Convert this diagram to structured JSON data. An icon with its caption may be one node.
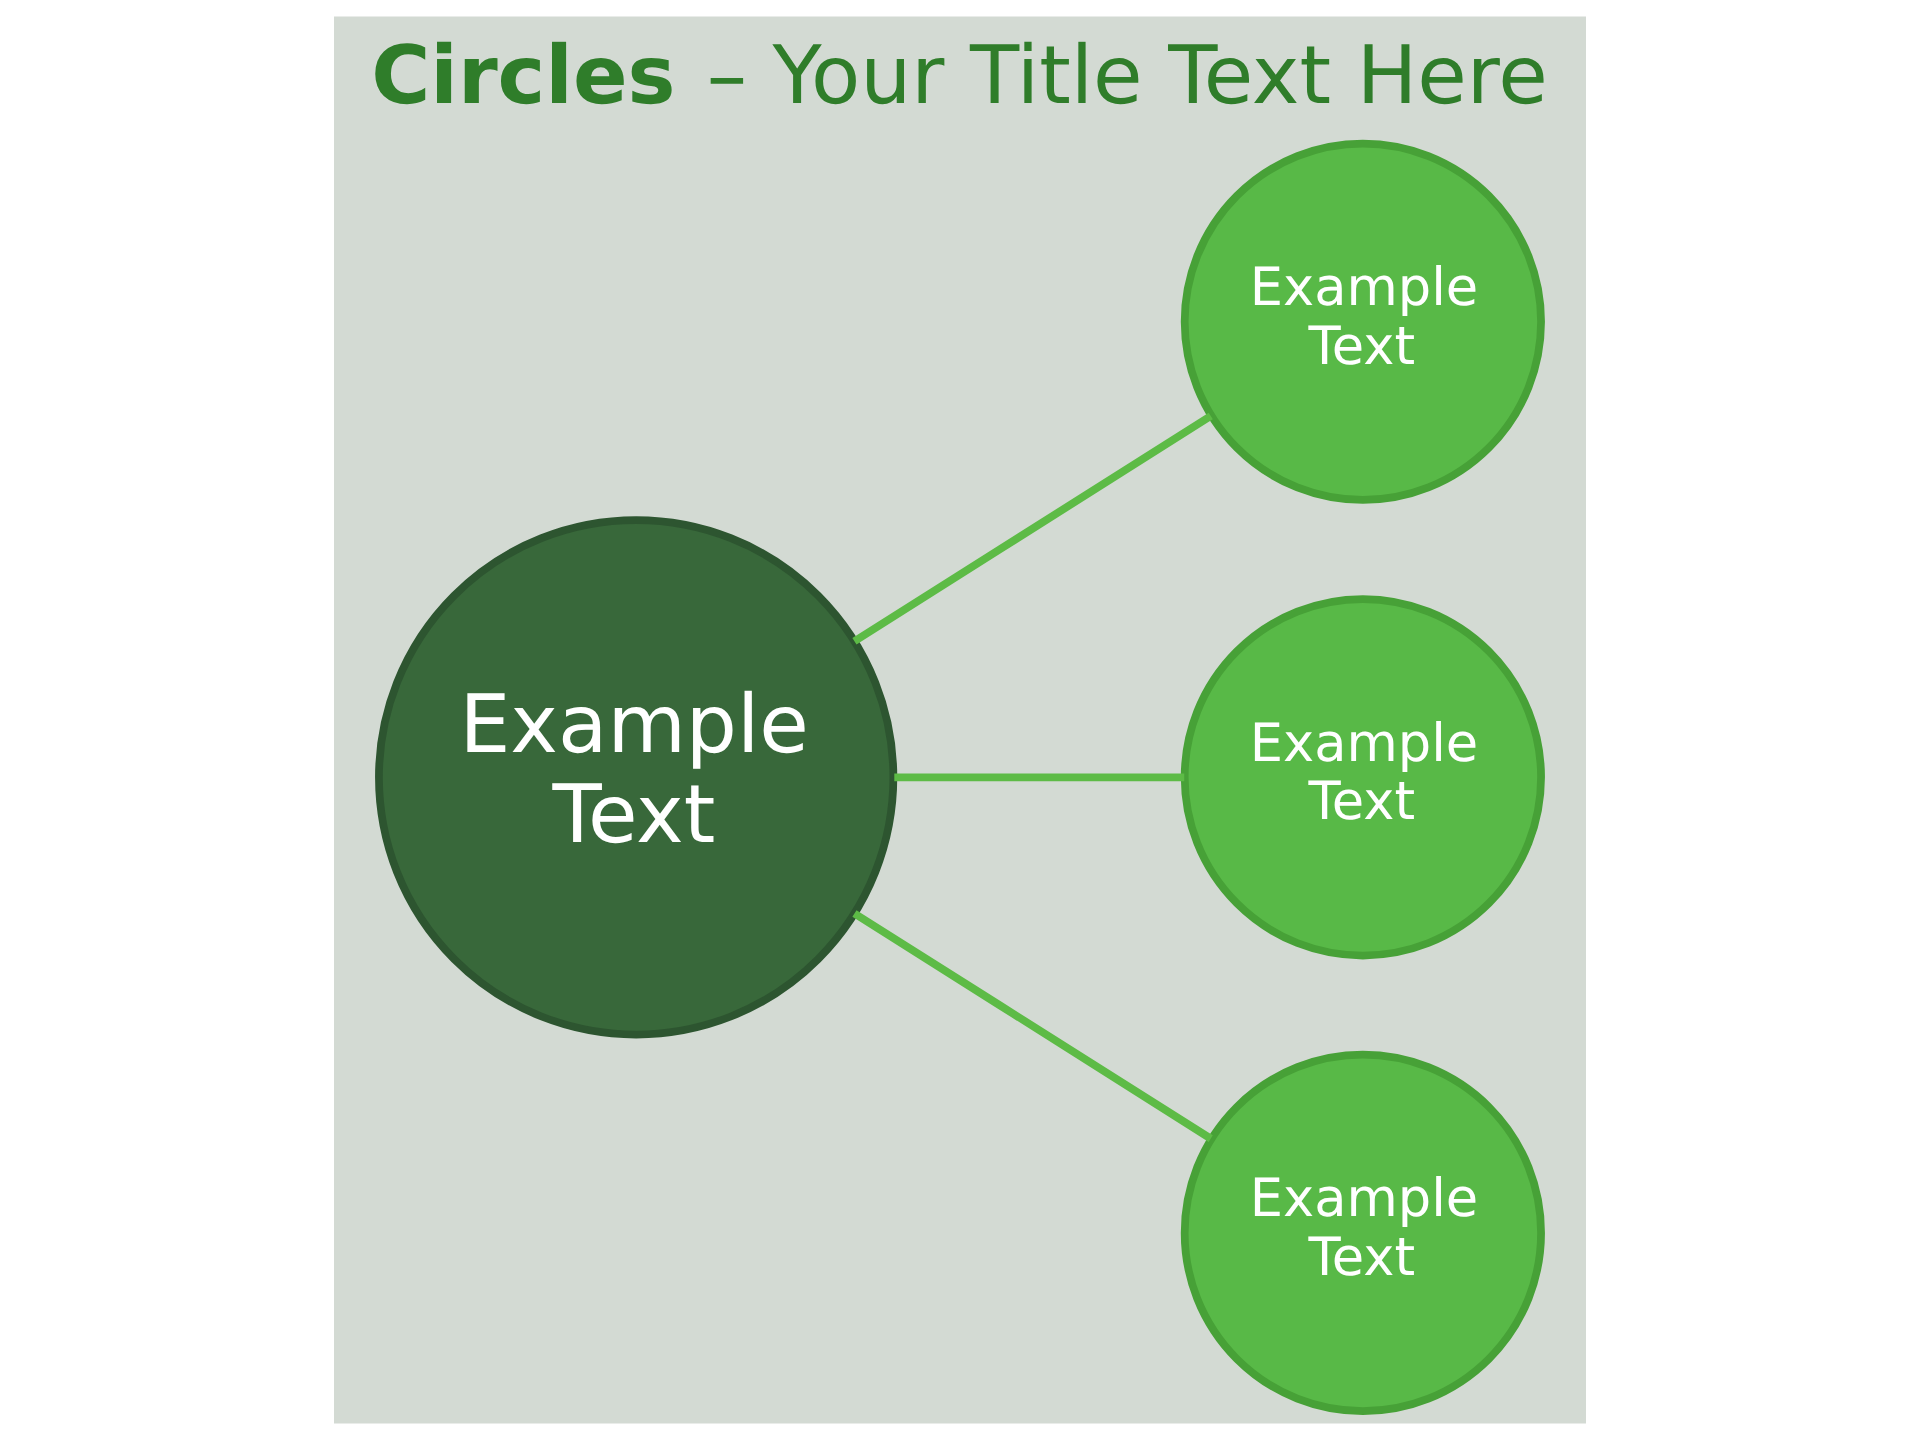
{
  "diagram": {
    "title": "**Circles** – Your Title Text Here",
    "nodes": [
      {
        "text": [
          "Example Text"
        ]
      },
      {
        "text": [
          "Example Text"
        ]
      },
      {
        "text": [
          "Example Text"
        ]
      },
      {
        "text": [
          "Example Text"
        ]
      }
    ],
    "edges": [
      {
        "from": 0,
        "to": 1,
        "arrow": "none"
      },
      {
        "from": 0,
        "to": 2,
        "arrow": "none"
      },
      {
        "from": 0,
        "to": 3,
        "arrow": "none"
      }
    ]
  }
}
